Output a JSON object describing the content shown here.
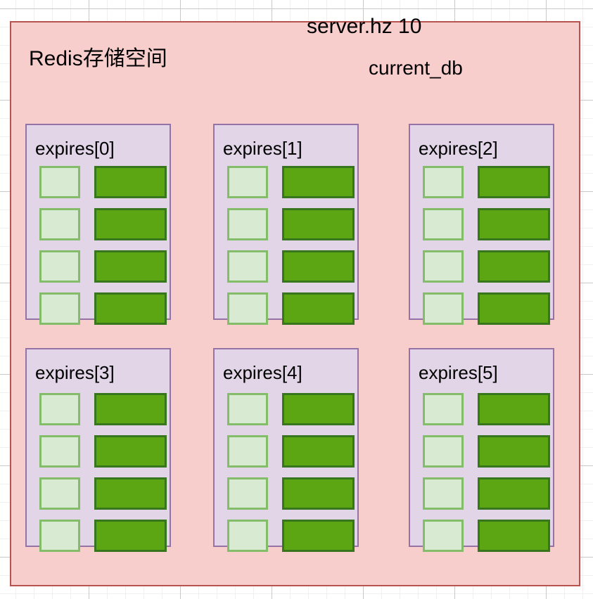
{
  "diagram": {
    "type": "redis-memory-layout",
    "canvas": {
      "grid": "on",
      "background": "#ffffff"
    },
    "container": {
      "name": "Redis存储空间",
      "fill": "#f8cecc",
      "stroke": "#b85450"
    },
    "annotations": [
      {
        "id": "server-hz",
        "text": "server.hz  10"
      },
      {
        "id": "redis-space",
        "text": "Redis存储空间"
      },
      {
        "id": "current-db",
        "text": "current_db"
      }
    ],
    "bucket_style": {
      "fill": "#e1d5e7",
      "stroke": "#9673a6",
      "key_fill": "#d9ead3",
      "key_stroke": "#84bd6a",
      "value_fill": "#5ca513",
      "value_stroke": "#38761d"
    },
    "buckets": [
      {
        "label": "expires[0]",
        "entries": 4
      },
      {
        "label": "expires[1]",
        "entries": 4
      },
      {
        "label": "expires[2]",
        "entries": 4
      },
      {
        "label": "expires[3]",
        "entries": 4
      },
      {
        "label": "expires[4]",
        "entries": 4
      },
      {
        "label": "expires[5]",
        "entries": 4
      }
    ]
  }
}
